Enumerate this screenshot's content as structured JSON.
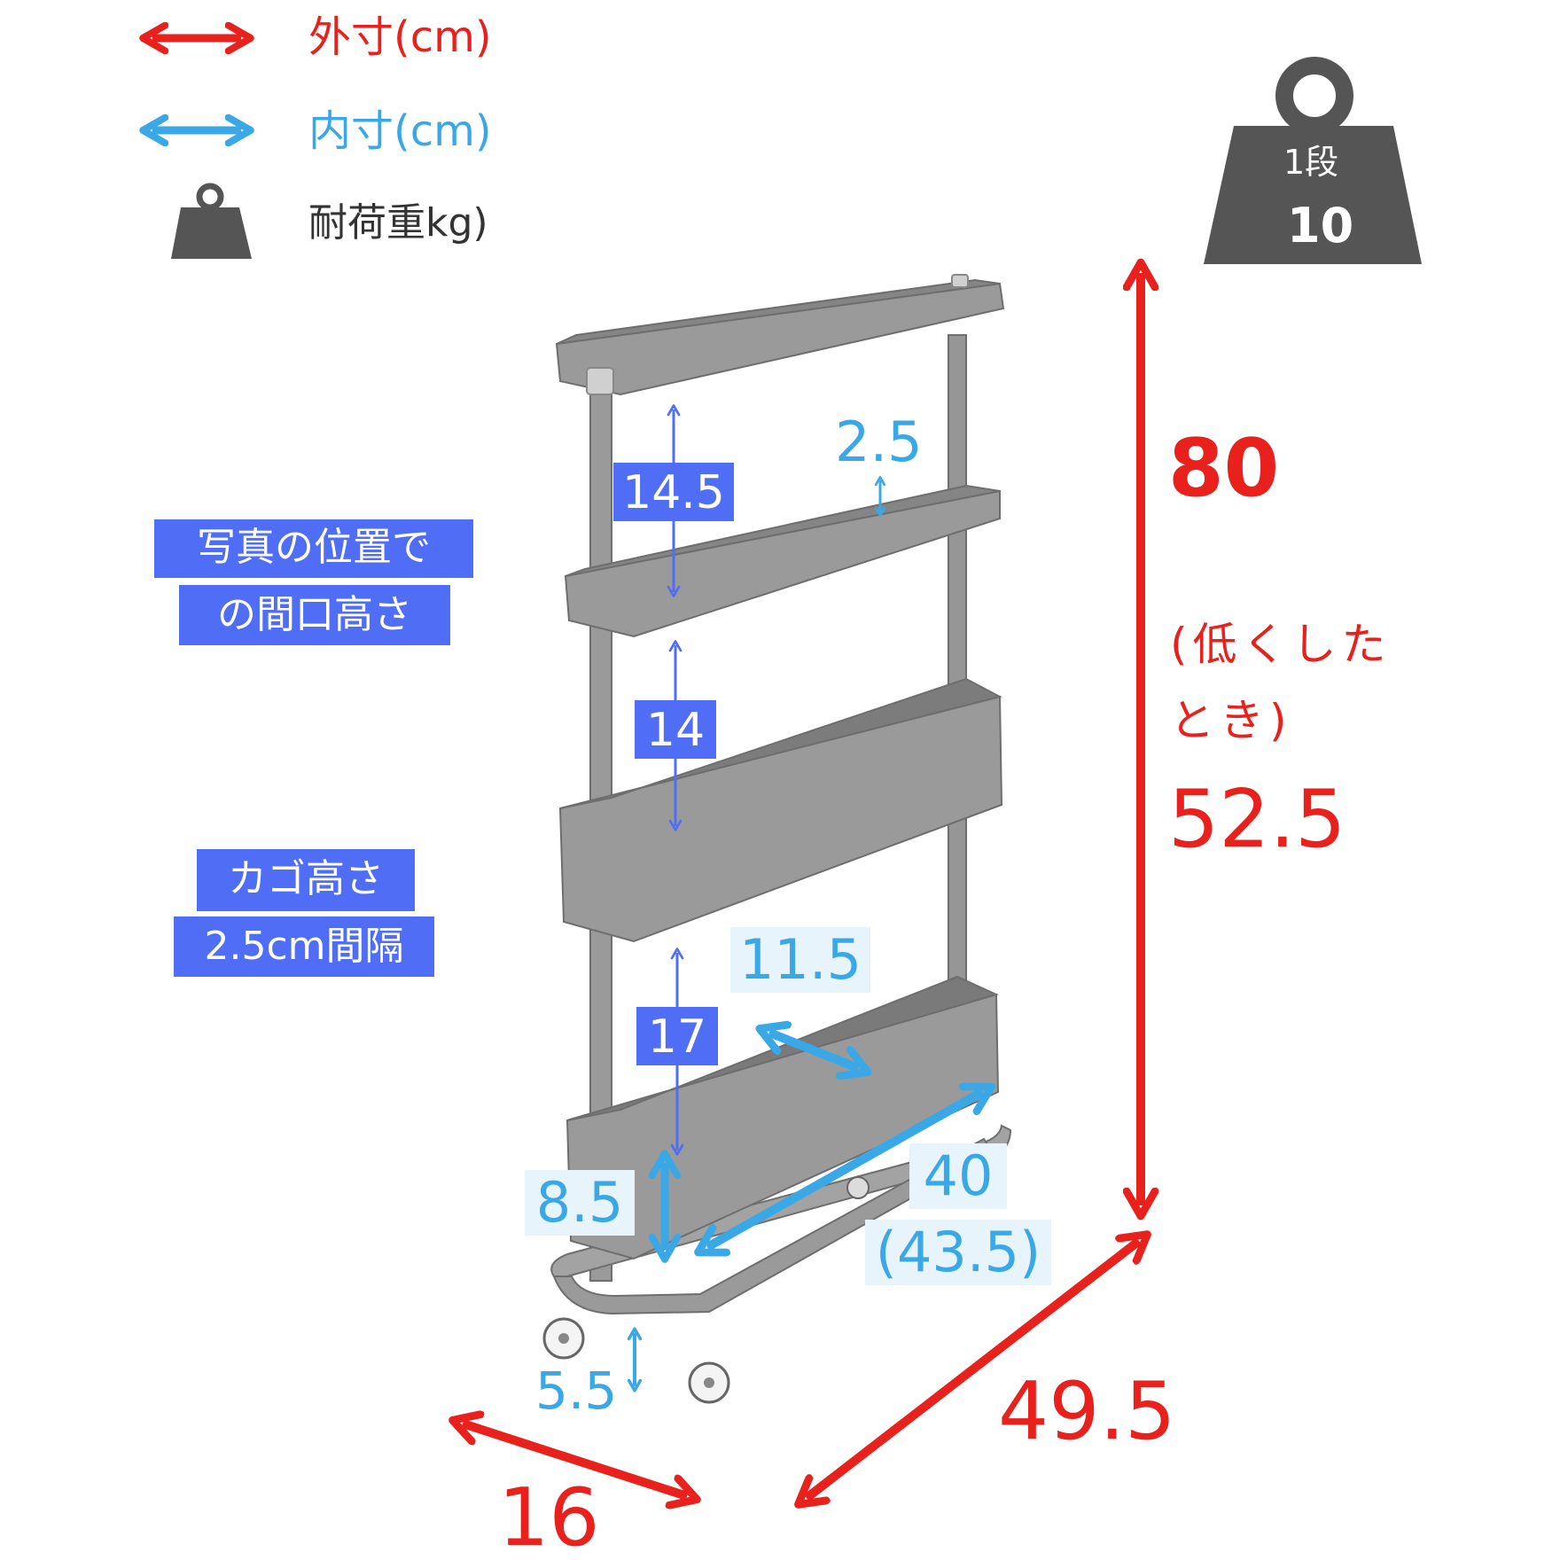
{
  "legend": {
    "outer_label": "外寸(cm)",
    "inner_label": "内寸(cm)",
    "load_label": "耐荷重kg)"
  },
  "weight_badge": {
    "tier": "1段",
    "value": "10"
  },
  "notes": {
    "opening_line1": "写真の位置で",
    "opening_line2": "の間口高さ",
    "basket_line1": "カゴ高さ",
    "basket_line2": "2.5cm間隔"
  },
  "dims": {
    "height_total": "80",
    "height_low_line1": "(低くした",
    "height_low_line2": "とき)",
    "height_low": "52.5",
    "depth": "16",
    "width": "49.5",
    "gap_1": "14.5",
    "gap_2": "14",
    "gap_3": "17",
    "tray_depth": "2.5",
    "inner_depth": "11.5",
    "inner_width": "40",
    "inner_width_outer": "(43.5)",
    "basket_height": "8.5",
    "floor_clearance": "5.5"
  },
  "colors": {
    "outer": "#e8211d",
    "inner": "#3aa8e6",
    "label_block": "#4f6ef5",
    "product_gray": "#8c8c8c",
    "badge": "#555555"
  }
}
